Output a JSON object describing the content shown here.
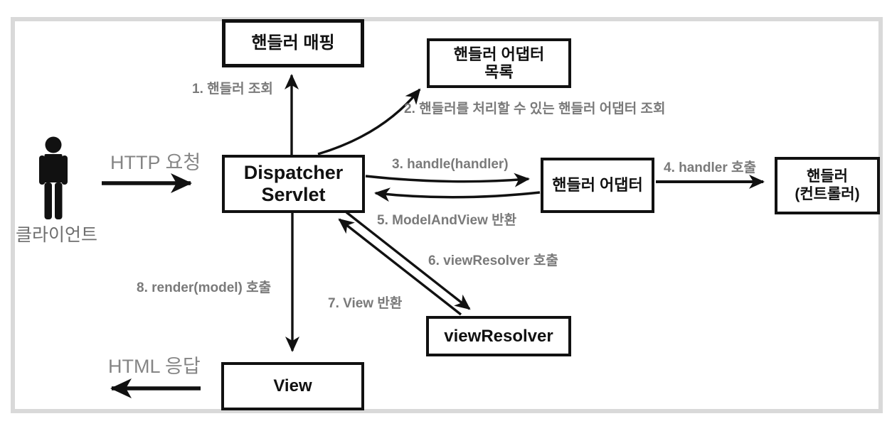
{
  "diagram": {
    "client_label": "클라이언트",
    "flows": {
      "http_request": "HTTP 요청",
      "html_response": "HTML 응답"
    },
    "nodes": {
      "handler_mapping": {
        "line1": "핸들러 매핑"
      },
      "handler_adapter_list": {
        "line1": "핸들러 어댑터",
        "line2": "목록"
      },
      "dispatcher_servlet": {
        "line1": "Dispatcher",
        "line2": "Servlet"
      },
      "handler_adapter": {
        "line1": "핸들러 어댑터"
      },
      "handler_controller": {
        "line1": "핸들러",
        "line2": "(컨트롤러)"
      },
      "view_resolver": {
        "line1": "viewResolver"
      },
      "view": {
        "line1": "View"
      }
    },
    "steps": {
      "s1": "1. 핸들러 조회",
      "s2": "2. 핸들러를 처리할 수 있는 핸들러 어댑터 조회",
      "s3": "3. handle(handler)",
      "s4": "4. handler 호출",
      "s5": "5. ModelAndView 반환",
      "s6": "6. viewResolver 호출",
      "s7": "7. View 반환",
      "s8": "8. render(model) 호출"
    },
    "colors": {
      "line_black": "#111111",
      "label_gray": "#7a7a7a",
      "frame_gray": "#d9d9d9"
    }
  }
}
